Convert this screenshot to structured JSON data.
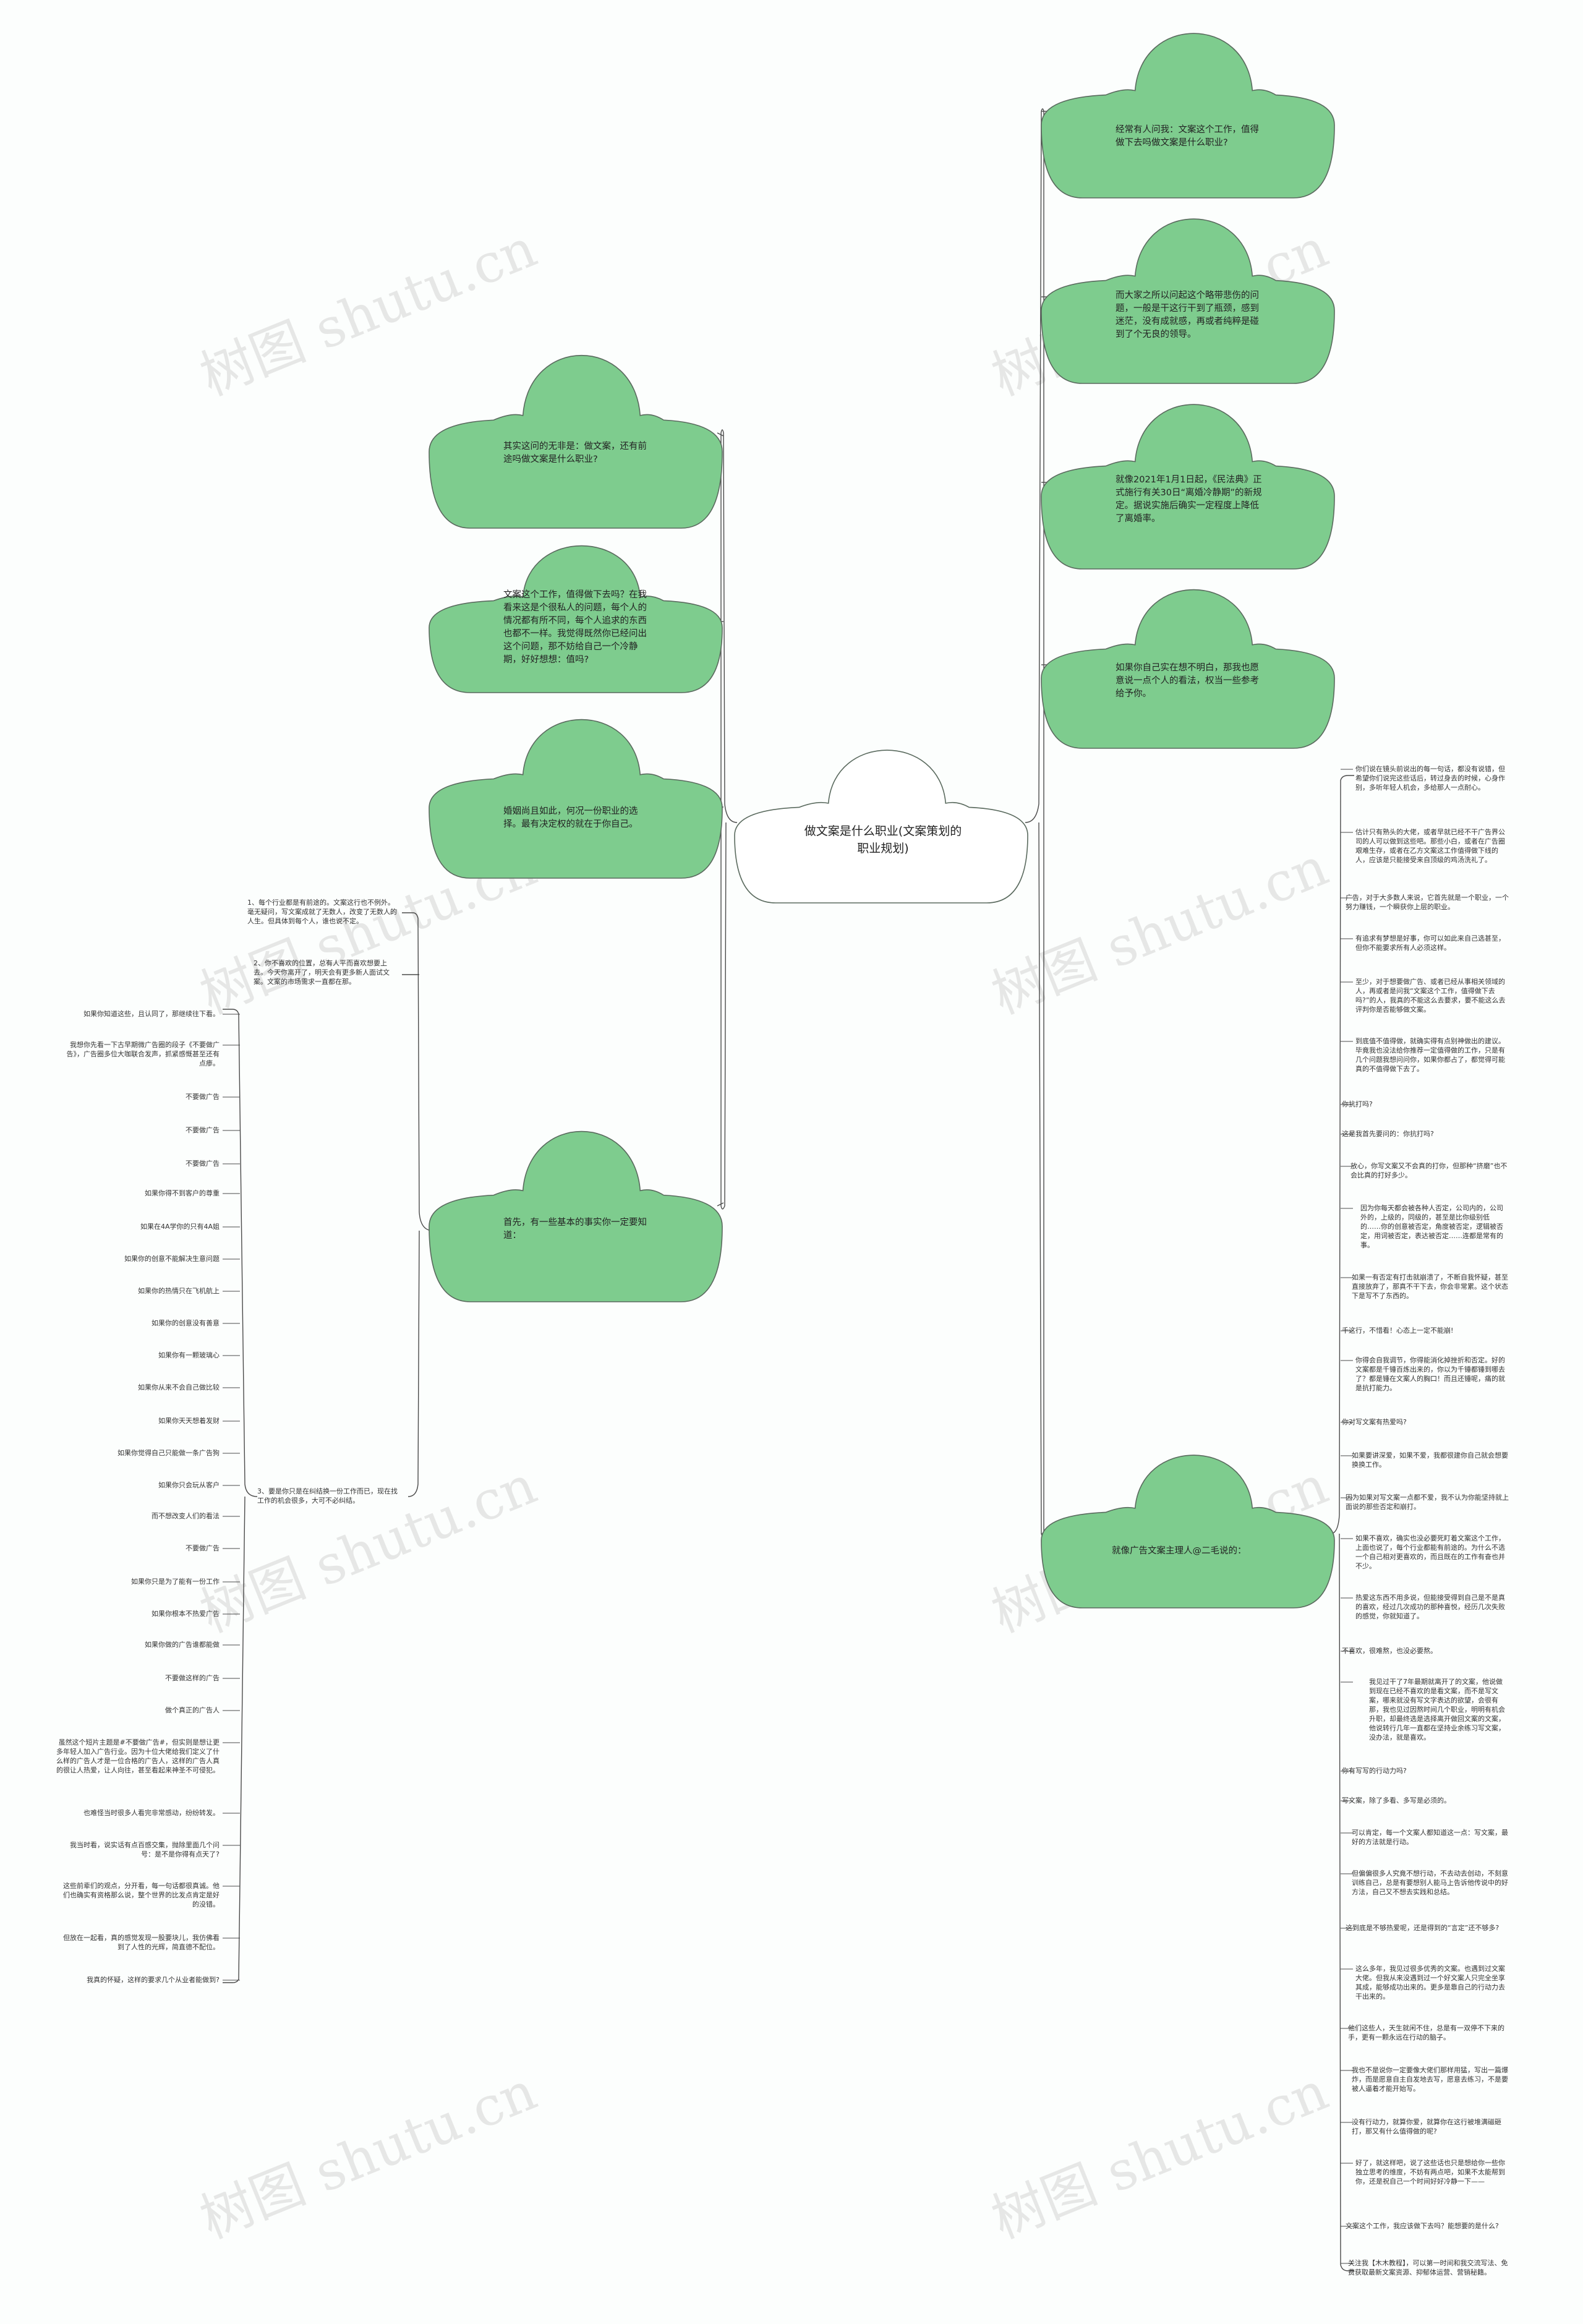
{
  "watermark": "树图 shutu.cn",
  "colors": {
    "cloud_fill": "#7ecc8e",
    "cloud_stroke": "#5a6a5e",
    "center_fill": "#ffffff",
    "line": "#4a4a4a"
  },
  "center": "做文案是什么职业(文案策划的职业规划)",
  "left_clouds": [
    "其实这问的无非是：做文案，还有前途吗做文案是什么职业?",
    "文案这个工作，值得做下去吗？在我看来这是个很私人的问题，每个人的情况都有所不同，每个人追求的东西也都不一样。我觉得既然你已经问出这个问题，那不妨给自己一个冷静期，好好想想：值吗?",
    "婚姻尚且如此，何况一份职业的选择。最有决定权的就在于你自己。",
    "首先，有一些基本的事实你一定要知道："
  ],
  "right_clouds": [
    "经常有人问我：文案这个工作，值得做下去吗做文案是什么职业?",
    "而大家之所以问起这个略带悲伤的问题，一般是干这行干到了瓶颈，感到迷茫，没有成就感，再或者纯粹是碰到了个无良的领导。",
    "就像2021年1月1日起，《民法典》正式施行有关30日“离婚冷静期”的新规定。据说实施后确实一定程度上降低了离婚率。",
    "如果你自己实在想不明白，那我也愿意说一点个人的看法，权当一些参考给予你。",
    "就像广告文案主理人@二毛说的："
  ],
  "mid_notes": [
    "1、每个行业都是有前途的。文案这行也不例外。毫无疑问，写文案成就了无数人，改变了无数人的人生。但具体到每个人，谁也说不定。",
    "2、你不喜欢的位置，总有人平而喜欢想要上去。今天你离开了，明天会有更多新人面试文案。文案的市场需求一直都在那。",
    "3、要是你只是在纠结换一份工作而已，现在找工作的机会很多，大可不必纠结。"
  ],
  "left_notes": [
    "如果你知道这些，且认同了，那继续往下看。",
    "我想你先看一下古早期微广告圈的段子《不要做广告》，广告圈多位大咖联合发声，抓紧感慨甚至还有点瘆。",
    "不要做广告",
    "不要做广告",
    "不要做广告",
    "如果你得不到客户的尊重",
    "如果在4A学你的只有4A姐",
    "如果你的创意不能解决生意问题",
    "如果你的热情只在飞机航上",
    "如果你的创意没有善意",
    "如果你有一颗玻璃心",
    "如果你从来不会自己做比较",
    "如果你天天想着发财",
    "如果你觉得自己只能做一条广告狗",
    "如果你只会玩从客户",
    "而不想改变人们的看法",
    "不要做广告",
    "如果你只是为了能有一份工作",
    "如果你根本不热爱广告",
    "如果你做的广告谁都能做",
    "不要做这样的广告",
    "做个真正的广告人",
    "虽然这个短片主题是#不要做广告#，但实则是想让更多年轻人加入广告行业。因为十位大佬给我们定义了什么样的广告人才是一位合格的广告人，这样的广告人真的很让人热爱，让人向往，甚至看起来神圣不可侵犯。",
    "也难怪当时很多人看完非常感动，纷纷转发。",
    "我当时看，说实话有点百感交集，抛除里面几个问号：是不是你得有点天了?",
    "这些前辈们的观点，分开看，每一句话都很真诚。他们也确实有资格那么说，整个世界的比发点肯定是好的没错。",
    "但放在一起看，真的感觉发现一股要块儿，我仿佛看到了人性的光辉，简直德不配位。",
    "我真的怀疑，这样的要求几个从业者能做到?"
  ],
  "right_notes": [
    "你们说在镜头前说出的每一句话，都没有说错，但希望你们说完这些话后，转过身去的时候，心身作别，多听年轻人机会，多给那人一点耐心。",
    "估计只有熟头的大佬，或者早就已经不干广告界公司的人可以做到这些吧。那些小白，或者在广告圈艰难生存，或者在乙方文案这工作值得做下线的人，应该是只能接受来自顶级的鸡汤洗礼了。",
    "广告，对于大多数人来说，它首先就是一个职业，一个努力赚钱，一个瞬获你上层的职业。",
    "有追求有梦想是好事，你可以如此来自己选甚至，但你不能要求所有人必须这样。",
    "至少，对于想要做广告、或者已经从事相关领域的人，再或者是问我“文案这个工作，值得做下去吗?”的人，我真的不能这么去要求，要不能这么去评判你是否能够做文案。",
    "到底值不值得做，就确实得有点别神做出的建议。毕竟我也没法给你推荐一定值得做的工作，只是有几个问题我想问问你，如果你都占了，都觉得可能真的不值得做下去了。",
    "你抗打吗?",
    "这是我首先要问的：你抗打吗?",
    "放心，你写文案又不会真的打你，但那种“挤磨”也不会比真的打好多少。",
    "因为你每天都会被各种人否定，公司内的，公司外的，上级的，同级的，甚至是比你级别低的……你的创意被否定，角度被否定，逻辑被否定，用词被否定，表达被否定……连都是常有的事。",
    "如果一有否定有打击就崩溃了，不断自我怀疑，甚至直接放弃了，那真不干下去，你会非常累。这个状态下是写不了东西的。",
    "千这行，不惜看！心态上一定不能崩!",
    "你得会自我调节，你得能消化掉挫折和否定。好的文案都是千锤百炼出来的，你以为千锤都锤到哪去了？都是锤在文案人的胸口！而且还锤呢，痛的就是抗打能力。",
    "你对写文案有热爱吗?",
    "如果要讲深爱，如果不爱，我都很建你自己就会想要换换工作。",
    "因为如果对写文案一点都不爱，我不认为你能坚持就上面说的那些否定和崩打。",
    "如果不喜欢，确实也没必要死盯着文案这个工作，上面也说了，每个行业都能有前途的。为什么不选一个自己相对更喜欢的，而且既在的工作有奋也并不少。",
    "热爱这东西不用多说，但能接受得到自己是不是真的喜欢，经过几次成功的那种喜悦，经历几次失败的感觉，你就知道了。",
    "不喜欢，很难熬，也没必要熬。",
    "我见过干了7年最期就离开了的文案，他说做到现在已经不喜欢的是看文案，而不是写文案，哪来就没有写文字表达的欲望，会很有那，我也见过因熬时间几个职业，明明有机会升职，却最终选是选择离开做回文案的文案，他说转行几年一直都在坚持业余练习写文案，没办法，就是喜欢。",
    "你有写写的行动力吗?",
    "写文案，除了多看、多写是必须的。",
    "可以肯定，每一个文案人都知道这一点：写文案，最好的方法就是行动。",
    "但偏偏很多人究竟不想行动，不去动去创动，不刻意训练自己，总是有要想别人能马上告诉他传说中的好方法，自己又不想去实践和总结。",
    "这到底是不够热爱呢，还是得到的“言定”还不够多?",
    "这么多年，我见过很多优秀的文案。也遇到过文案大佬。但我从来没遇到过一个好文案人只完全坐享其成，能够成功出来的。更多是靠自己的行动力去干出来的。",
    "他们这些人，天生就闲不住，总是有一双停不下来的手，更有一颗永远在行动的脑子。",
    "我也不是说你一定要像大佬们那样用猛，写出一篇爆炸，而是愿意自主自发地去写，愿意去练习，不是要被人逼着才能开始写。",
    "没有行动力，就算你爱，就算你在这行被堆满磁砸打，那又有什么值得做的呢?",
    "好了，就这样吧，说了这些话也只是想给你一些你独立思考的维度，不妨有两点吧，如果不太能帮到你，还是祝自己一个时间好好冷静一下——",
    "文案这个工作，我应该做下去吗？能想要的是什么?",
    "关注我【木木教程】，可以第一时间和我交流写法、免费获取最新文案资源、抑郁体运营、营销秘籍。"
  ]
}
